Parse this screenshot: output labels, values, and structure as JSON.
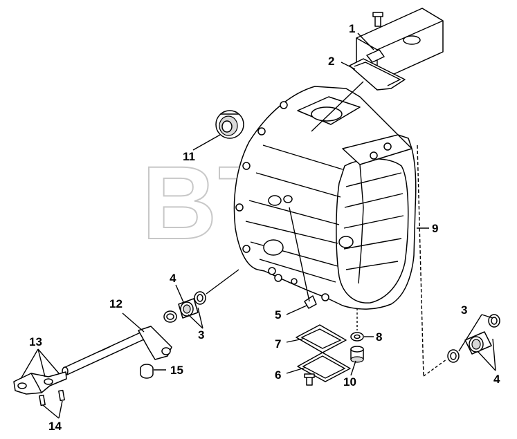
{
  "watermark": {
    "text": "BTM",
    "mark": "®"
  },
  "callouts": [
    {
      "id": "c1",
      "label": "1"
    },
    {
      "id": "c2",
      "label": "2"
    },
    {
      "id": "c11",
      "label": "11"
    },
    {
      "id": "c9",
      "label": "9"
    },
    {
      "id": "c4a",
      "label": "4"
    },
    {
      "id": "c3a",
      "label": "3"
    },
    {
      "id": "c12",
      "label": "12"
    },
    {
      "id": "c5",
      "label": "5"
    },
    {
      "id": "c7",
      "label": "7"
    },
    {
      "id": "c8",
      "label": "8"
    },
    {
      "id": "c6",
      "label": "6"
    },
    {
      "id": "c10",
      "label": "10"
    },
    {
      "id": "c13",
      "label": "13"
    },
    {
      "id": "c14",
      "label": "14"
    },
    {
      "id": "c15",
      "label": "15"
    },
    {
      "id": "c3b",
      "label": "3"
    },
    {
      "id": "c4b",
      "label": "4"
    }
  ]
}
